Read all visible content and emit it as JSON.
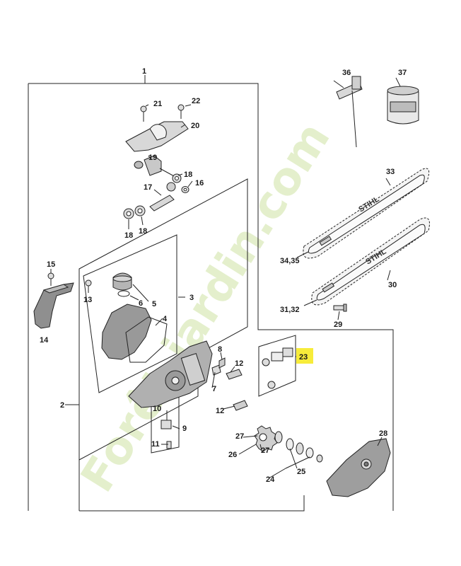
{
  "watermark": {
    "brand": "Forêt-jardin.com"
  },
  "chain_bar_brand": "STIHL",
  "highlight_color": "#f7ec3a",
  "callouts": {
    "c1": "1",
    "c2": "2",
    "c3": "3",
    "c4": "4",
    "c5": "5",
    "c6": "6",
    "c7": "7",
    "c8": "8",
    "c9": "9",
    "c10": "10",
    "c11": "11",
    "c12a": "12",
    "c12b": "12",
    "c13": "13",
    "c14": "14",
    "c15": "15",
    "c16": "16",
    "c17": "17",
    "c18a": "18",
    "c18b": "18",
    "c18c": "18",
    "c19": "19",
    "c20": "20",
    "c21": "21",
    "c22": "22",
    "c23": "23",
    "c24": "24",
    "c25": "25",
    "c26": "26",
    "c27a": "27",
    "c27b": "27",
    "c28": "28",
    "c29": "29",
    "c30": "30",
    "c31_32": "31,32",
    "c33": "33",
    "c34_35": "34,35",
    "c36": "36",
    "c37": "37"
  }
}
